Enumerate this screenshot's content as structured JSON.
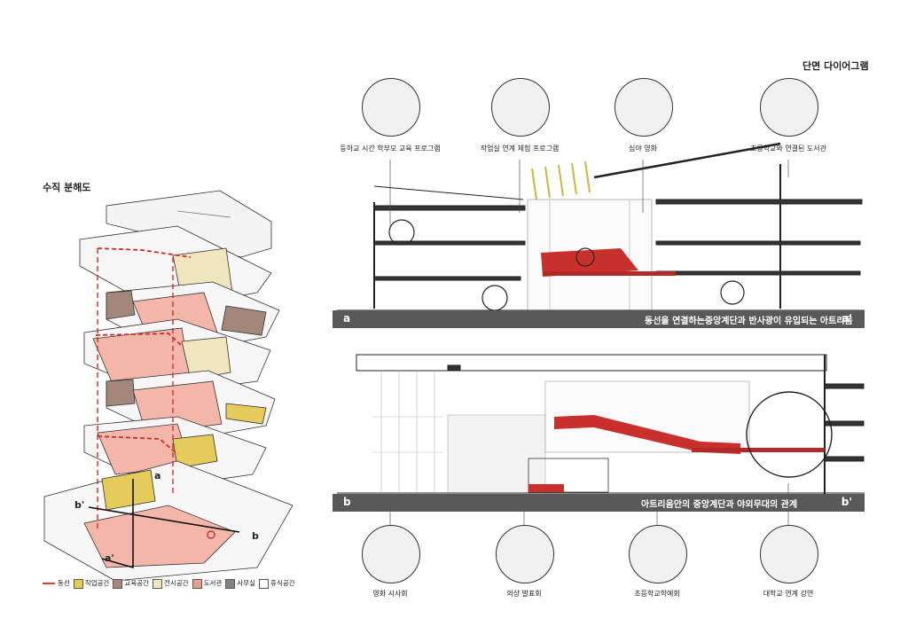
{
  "titles": {
    "section_diagram": "단면 다이어그램",
    "vertical_exploded": "수직 분해도"
  },
  "section_a": {
    "left_mark": "a",
    "right_mark": "a'",
    "caption": "동선을 연결하는중앙계단과  반사광이 유입되는 아트리움",
    "vignettes": [
      "등하교 시간 학부모 교육 프로그램",
      "작업실 연계 체험 프로그램",
      "심야 영화",
      "초등학교와 연결된 도서관"
    ]
  },
  "section_b": {
    "left_mark": "b",
    "right_mark": "b'",
    "caption": "아트리움안의 중앙계단과 야외무대의 관계",
    "vignettes": [
      "영화 시사회",
      "의상 발표회",
      "초등학교학예회",
      "대학교  연계  강연"
    ]
  },
  "axon_marks": {
    "a": "a",
    "a_prime": "a'",
    "b": "b",
    "b_prime": "b'"
  },
  "legend": [
    {
      "label": "동선",
      "type": "line",
      "color": "#d9412b"
    },
    {
      "label": "작업공간",
      "type": "swatch",
      "color": "#e5cc5a"
    },
    {
      "label": "교육공간",
      "type": "swatch",
      "color": "#a2877a"
    },
    {
      "label": "전시공간",
      "type": "swatch",
      "color": "#efe6bf"
    },
    {
      "label": "도서관",
      "type": "swatch",
      "color": "#ed9c8d"
    },
    {
      "label": "사무실",
      "type": "swatch",
      "color": "#7e8588"
    },
    {
      "label": "휴식공간",
      "type": "swatch",
      "color": "#ffffff"
    }
  ],
  "colors": {
    "circulation": "#c8302c",
    "bar": "#595959",
    "line": "#333333"
  }
}
